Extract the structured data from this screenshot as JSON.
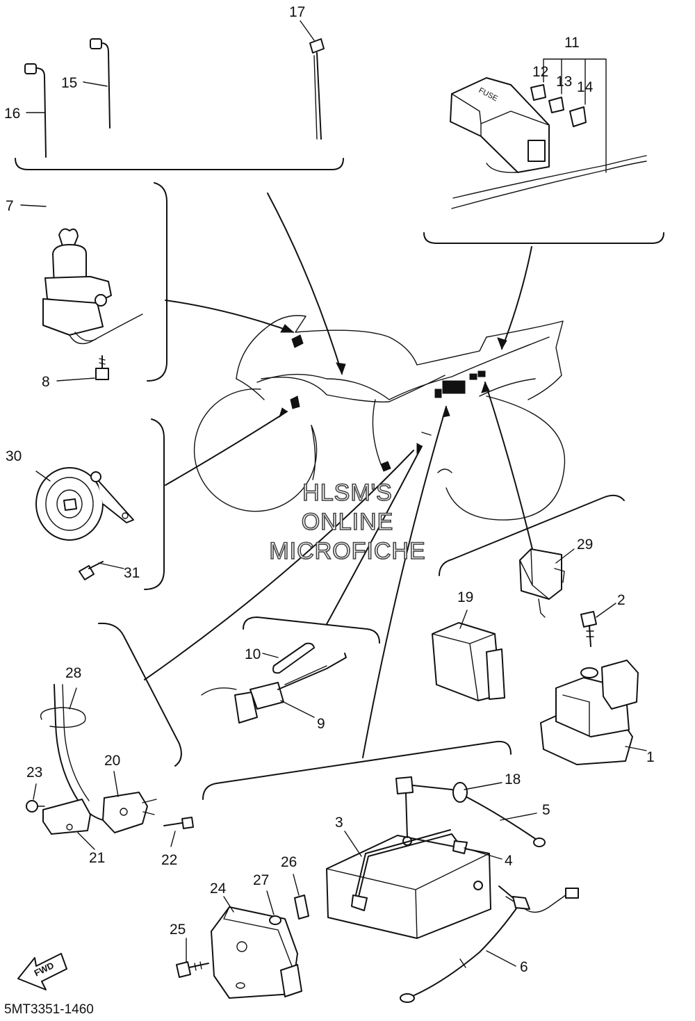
{
  "diagram": {
    "part_code": "5MT3351-1460",
    "watermark": [
      "HLSM'S",
      "ONLINE",
      "MICROFICHE"
    ],
    "fwd_label": "FWD",
    "fuse_label": "FUSE",
    "callouts": [
      "1",
      "2",
      "3",
      "4",
      "5",
      "6",
      "7",
      "8",
      "9",
      "10",
      "11",
      "12",
      "13",
      "14",
      "15",
      "16",
      "17",
      "18",
      "19",
      "20",
      "21",
      "22",
      "23",
      "24",
      "25",
      "26",
      "27",
      "28",
      "29",
      "30",
      "31"
    ]
  }
}
